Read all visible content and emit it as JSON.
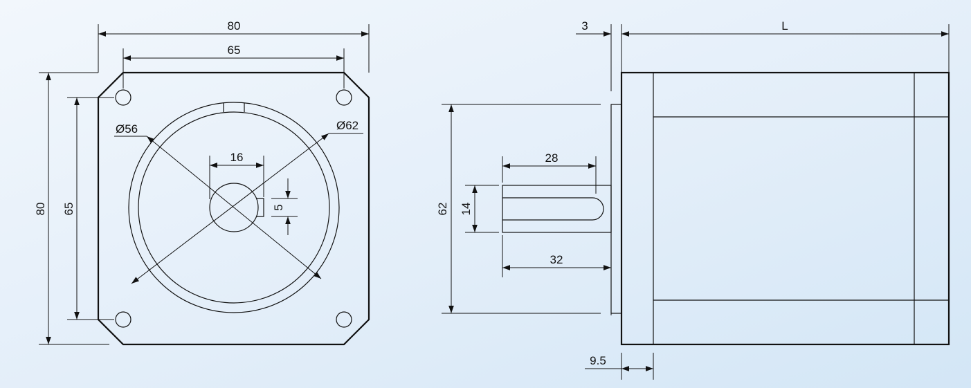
{
  "front_view": {
    "outer_width": "80",
    "hole_spacing_h": "65",
    "outer_height": "80",
    "hole_spacing_v": "65",
    "diameter_inner": "Ø56",
    "diameter_outer": "Ø62",
    "shaft_bore": "16",
    "keyway": "5"
  },
  "side_view": {
    "flange_offset": "3",
    "body_length": "L",
    "pilot_diameter": "62",
    "shaft_diameter": "14",
    "key_length": "28",
    "shaft_length": "32",
    "flange_thickness": "9.5"
  },
  "colors": {
    "line": "#111111",
    "background": "#e3eef9"
  }
}
